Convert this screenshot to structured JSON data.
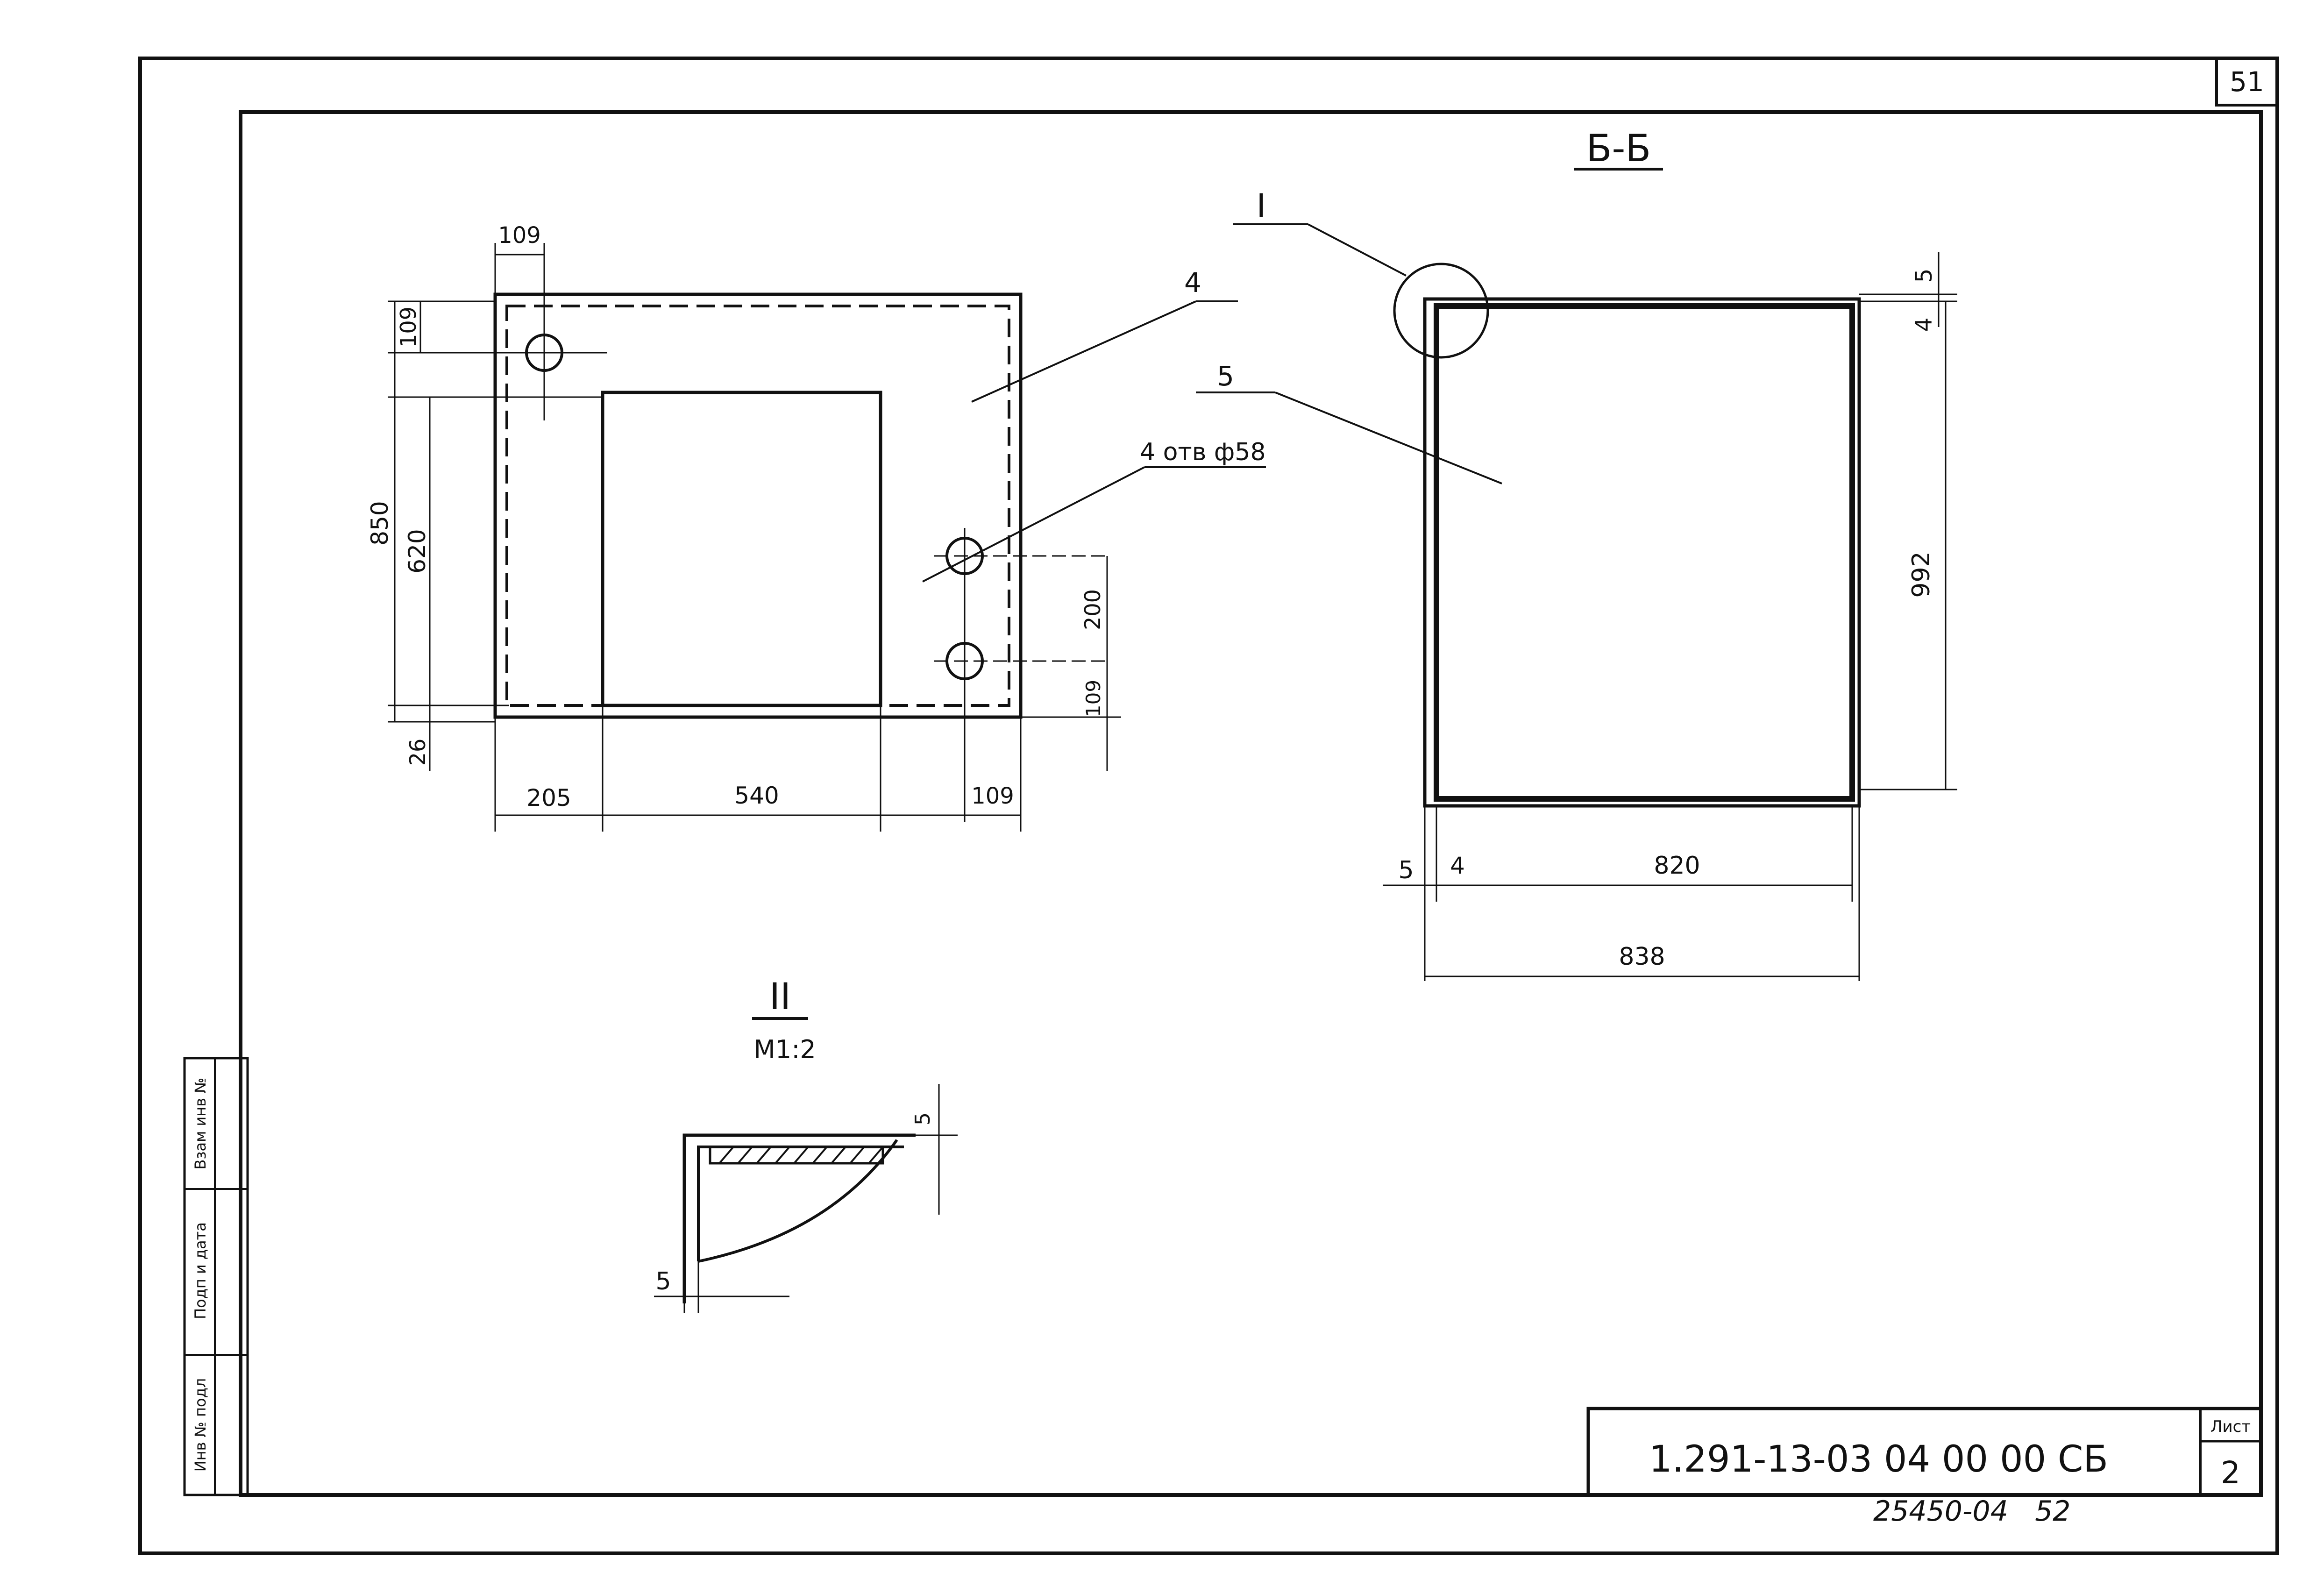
{
  "sheet": {
    "corner_number": "51",
    "section_title": "Б-Б",
    "detail_title": "II",
    "detail_scale": "М1:2",
    "callout_i": "I"
  },
  "labels": {
    "part_4": "4",
    "part_5": "5",
    "holes": "4 отв ф58"
  },
  "dims_left": {
    "d109_top": "109",
    "d109_side": "109",
    "d850": "850",
    "d620": "620",
    "d26": "26",
    "d205": "205",
    "d540": "540",
    "d109_bottom": "109",
    "d200": "200",
    "d109_right": "109"
  },
  "dims_right": {
    "d5_top": "5",
    "d4_top": "4",
    "d992": "992",
    "d5_left": "5",
    "d4_left": "4",
    "d820": "820",
    "d838": "838"
  },
  "detail": {
    "d5_top": "5",
    "d5_bottom": "5"
  },
  "side_stamp": {
    "cell1": "Взам инв №",
    "cell2": "Подп и дата",
    "cell3": "Инв № подл"
  },
  "title_block": {
    "code": "1.291-13-03 04 00 00 СБ",
    "sheet_label": "Лист",
    "sheet_number": "2",
    "archive": "25450-04   52"
  }
}
